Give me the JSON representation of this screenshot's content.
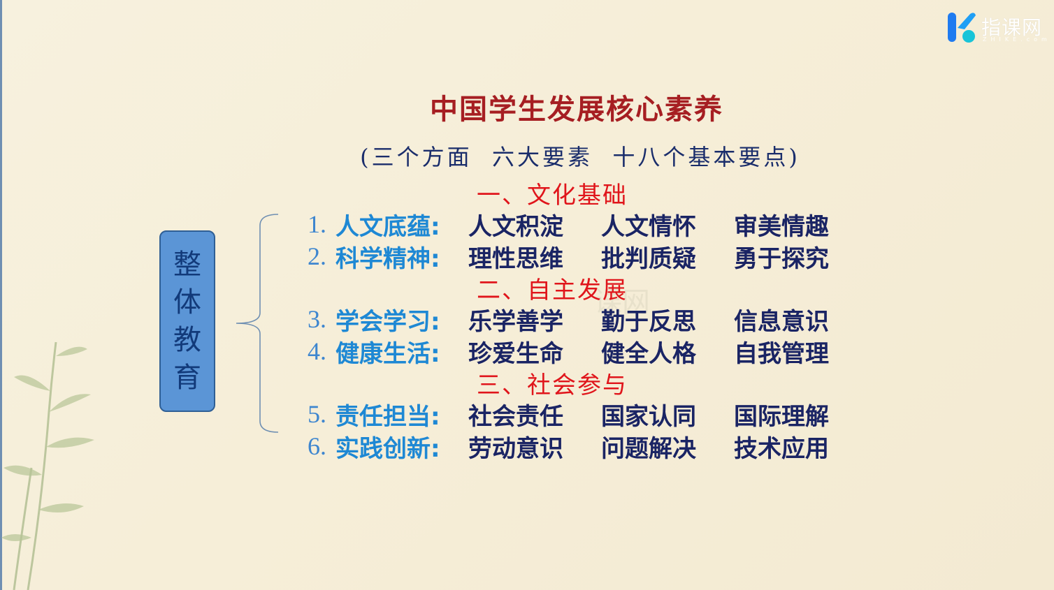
{
  "logo": {
    "name": "指课网",
    "sub": "ZHIKE.com"
  },
  "watermark": "课网",
  "title": "中国学生发展核心素养",
  "subtitle": "(三个方面  六大要素  十八个基本要点)",
  "side_box": [
    "整",
    "体",
    "教",
    "育"
  ],
  "sections": [
    {
      "heading": "一、文化基础",
      "rows": [
        {
          "num": "1.",
          "label": "人文底蕴:",
          "items": [
            "人文积淀",
            "人文情怀",
            "审美情趣"
          ]
        },
        {
          "num": "2.",
          "label": "科学精神:",
          "items": [
            "理性思维",
            "批判质疑",
            "勇于探究"
          ]
        }
      ]
    },
    {
      "heading": "二、自主发展",
      "rows": [
        {
          "num": "3.",
          "label": "学会学习:",
          "items": [
            "乐学善学",
            "勤于反思",
            "信息意识"
          ]
        },
        {
          "num": "4.",
          "label": "健康生活:",
          "items": [
            "珍爱生命",
            "健全人格",
            "自我管理"
          ]
        }
      ]
    },
    {
      "heading": "三、社会参与",
      "rows": [
        {
          "num": "5.",
          "label": "责任担当:",
          "items": [
            "社会责任",
            "国家认同",
            "国际理解"
          ]
        },
        {
          "num": "6.",
          "label": "实践创新:",
          "items": [
            "劳动意识",
            "问题解决",
            "技术应用"
          ]
        }
      ]
    }
  ],
  "colors": {
    "title": "#a61e22",
    "subtitle": "#1a2d6b",
    "section_heading": "#e0151b",
    "row_label": "#1e88d4",
    "row_item": "#1a2464",
    "side_box": "#5b95d6"
  }
}
